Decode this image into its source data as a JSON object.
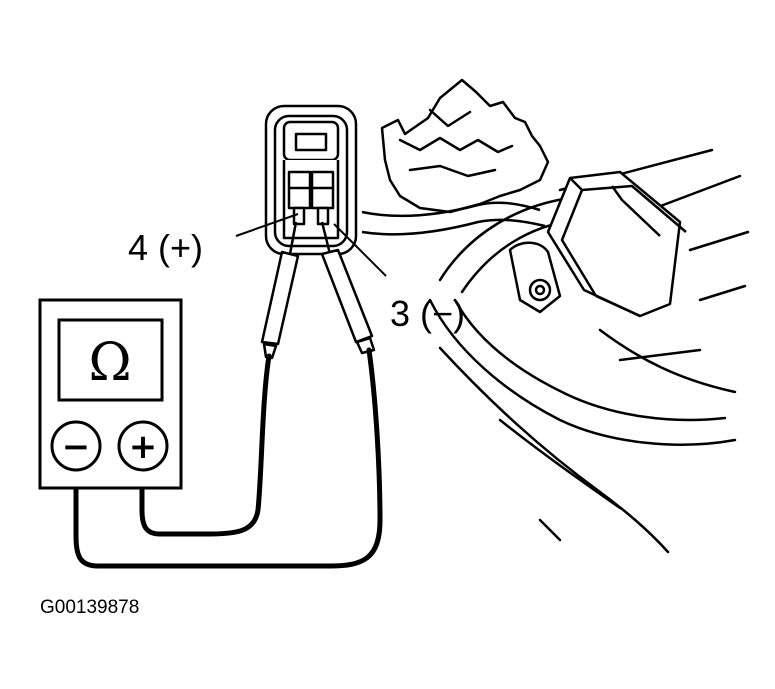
{
  "labels": {
    "pin4": "4 (+)",
    "pin3": "3 (−)",
    "figure_id": "G00139878"
  },
  "meter": {
    "symbol": "Ω",
    "negative_terminal": "−",
    "positive_terminal": "+"
  },
  "icons": [
    "ohmmeter",
    "connector",
    "relay",
    "wire-harness"
  ],
  "colors": {
    "line": "#000000",
    "background": "#ffffff"
  }
}
